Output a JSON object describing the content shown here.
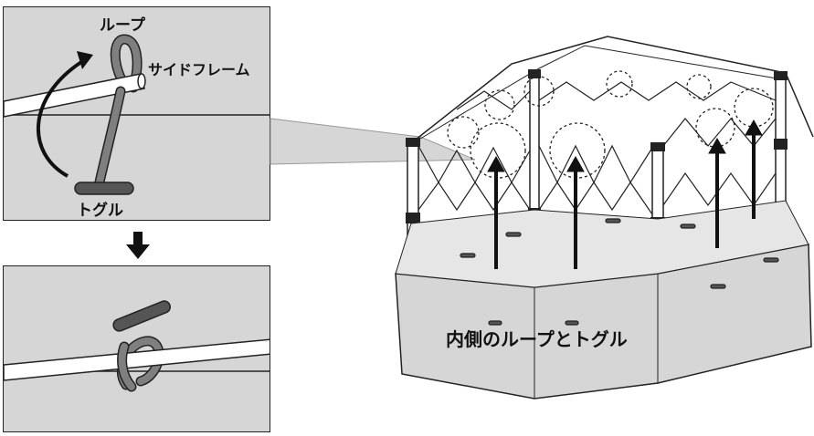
{
  "labels": {
    "loop": "ループ",
    "side_frame": "サイドフレーム",
    "toggle": "トグル",
    "inner_loop_toggle": "内側のループとトグル"
  },
  "colors": {
    "panel_bg": "#d6d6d6",
    "strap": "#7f7f7f",
    "toggle": "#555555",
    "frame": "#ffffff",
    "outline": "#222222"
  },
  "icons": {
    "step_arrow": "arrow-down-icon",
    "rotate_arrow": "curved-arrow-icon"
  }
}
